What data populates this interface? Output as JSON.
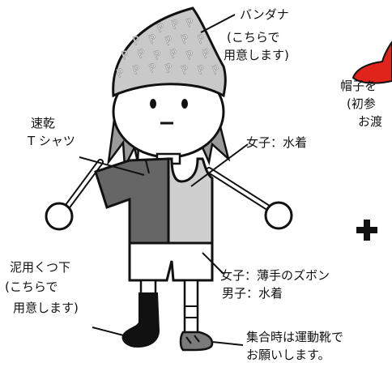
{
  "labels": {
    "bandana": "バンダナ",
    "bandana_note_1": "(こちらで",
    "bandana_note_2": "用意します)",
    "hat_1": "帽子を",
    "hat_2": "(初参",
    "hat_3": "お渡",
    "shirt_1": "速乾",
    "shirt_2": "T シャツ",
    "girls_swimsuit": "女子：水着",
    "girls_pants": "女子：薄手のズボン",
    "boys_swimsuit": "男子：水着",
    "socks_1": "泥用くつ下",
    "socks_2": "(こちらで",
    "socks_3": "用意します)",
    "shoes_1": "集合時は運動靴で",
    "shoes_2": "お願いします。"
  },
  "plus_symbol": "+",
  "bandana_pattern_letter": "P",
  "colors": {
    "outline": "#111111",
    "bandana": "#c9c9c9",
    "hair": "#9a9a9a",
    "shirt_dark": "#666666",
    "swimsuit": "#cfcfcf",
    "sock": "#111111",
    "shoe": "#7a7a7a",
    "hat": "#e0241b"
  },
  "icons": [
    "plus-icon",
    "hat-icon"
  ]
}
